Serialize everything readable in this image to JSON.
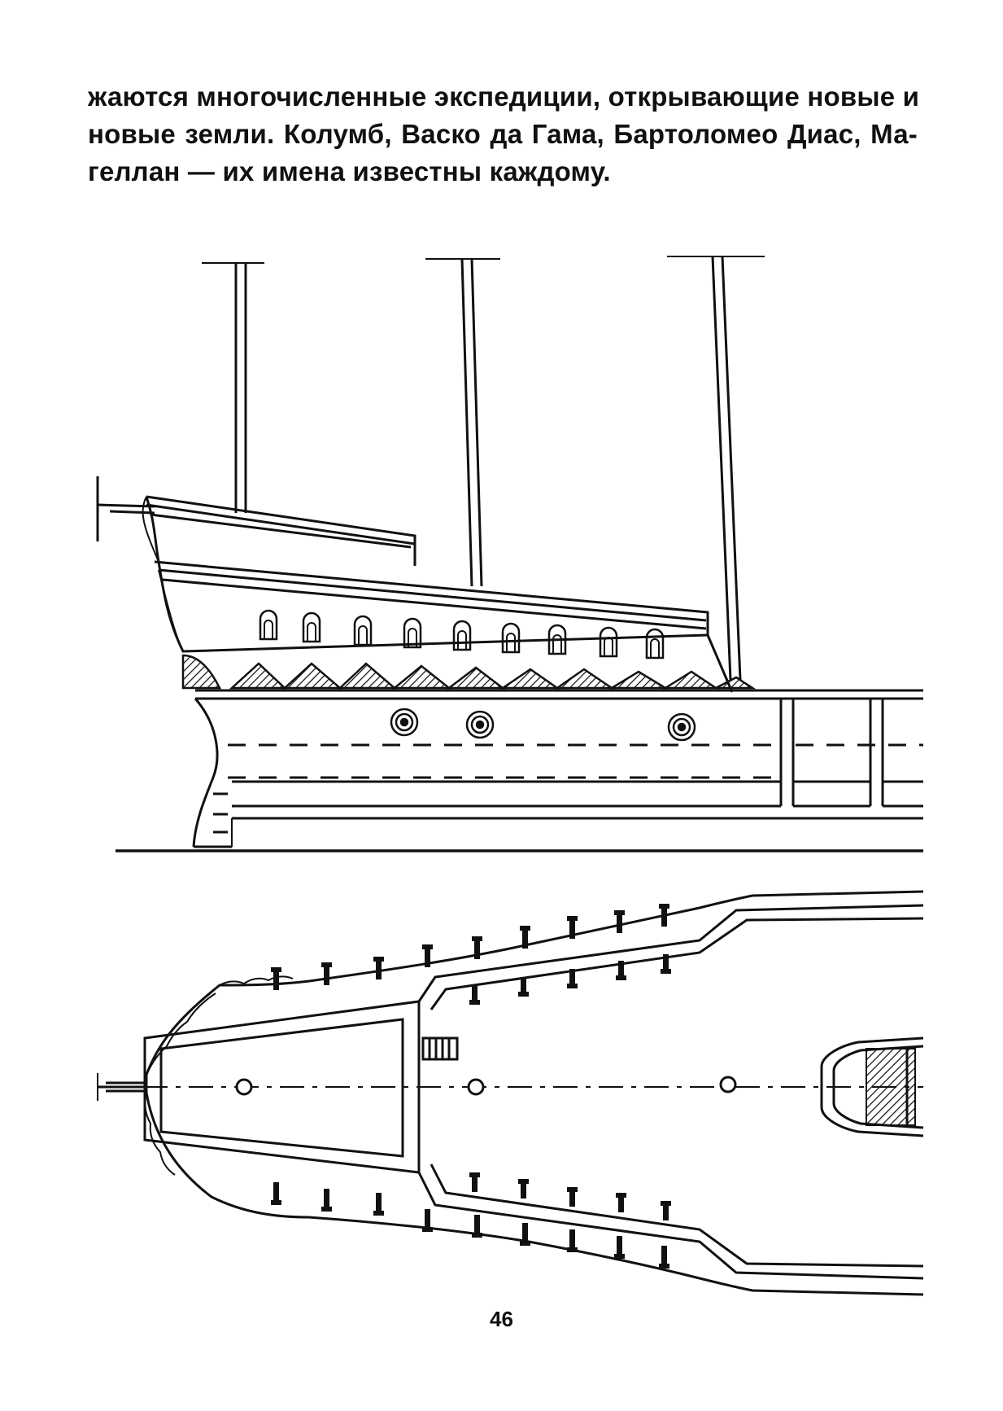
{
  "document": {
    "text_lines": [
      "жаются многочисленные экспедиции, открывающие новые и",
      "новые земли. Колумб, Васко да Гама, Бартоломео Диас, Ма-",
      "геллан — их имена известны каждому."
    ],
    "page_number": "46"
  },
  "figure": {
    "side_view": "ship-side-elevation-drawing",
    "plan_view": "ship-deck-plan-drawing"
  }
}
